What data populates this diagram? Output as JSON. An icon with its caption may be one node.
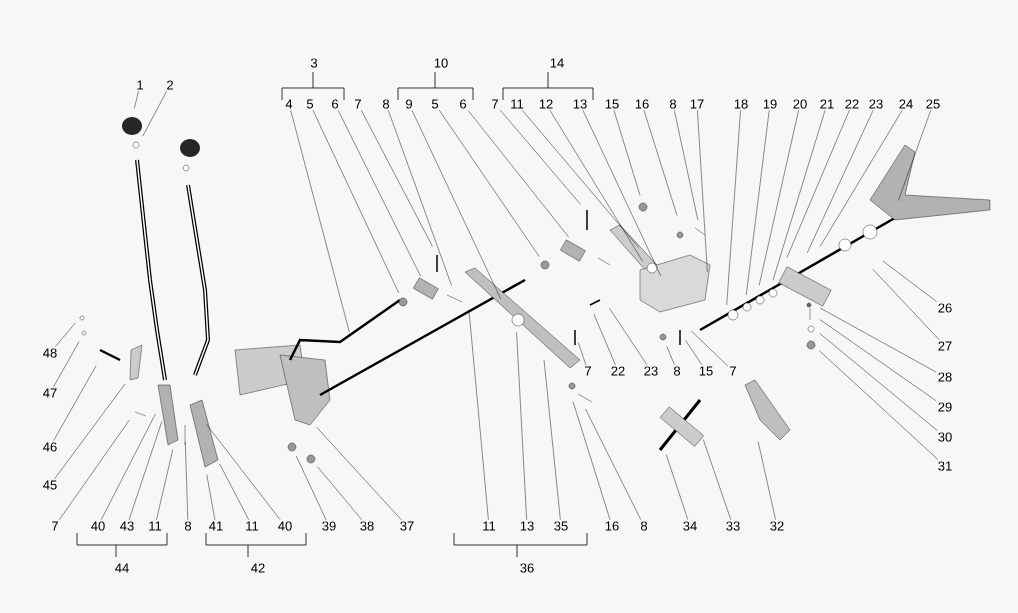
{
  "diagram": {
    "nodes": [
      {
        "text": [
          "1"
        ]
      },
      {
        "text": [
          "2"
        ]
      },
      {
        "text": [
          "4"
        ]
      },
      {
        "text": [
          "5"
        ]
      },
      {
        "text": [
          "6"
        ]
      },
      {
        "text": [
          "7"
        ]
      },
      {
        "text": [
          "8"
        ]
      },
      {
        "text": [
          "9"
        ]
      },
      {
        "text": [
          "5"
        ]
      },
      {
        "text": [
          "6"
        ]
      },
      {
        "text": [
          "7"
        ]
      },
      {
        "text": [
          "11"
        ]
      },
      {
        "text": [
          "12"
        ]
      },
      {
        "text": [
          "13"
        ]
      },
      {
        "text": [
          "15"
        ]
      },
      {
        "text": [
          "16"
        ]
      },
      {
        "text": [
          "8"
        ]
      },
      {
        "text": [
          "17"
        ]
      },
      {
        "text": [
          "18"
        ]
      },
      {
        "text": [
          "19"
        ]
      },
      {
        "text": [
          "20"
        ]
      },
      {
        "text": [
          "21"
        ]
      },
      {
        "text": [
          "22"
        ]
      },
      {
        "text": [
          "23"
        ]
      },
      {
        "text": [
          "24"
        ]
      },
      {
        "text": [
          "25"
        ]
      },
      {
        "text": [
          "26"
        ]
      },
      {
        "text": [
          "27"
        ]
      },
      {
        "text": [
          "28"
        ]
      },
      {
        "text": [
          "29"
        ]
      },
      {
        "text": [
          "30"
        ]
      },
      {
        "text": [
          "31"
        ]
      },
      {
        "text": [
          "7"
        ]
      },
      {
        "text": [
          "22"
        ]
      },
      {
        "text": [
          "23"
        ]
      },
      {
        "text": [
          "8"
        ]
      },
      {
        "text": [
          "15"
        ]
      },
      {
        "text": [
          "7"
        ]
      },
      {
        "text": [
          "48"
        ]
      },
      {
        "text": [
          "47"
        ]
      },
      {
        "text": [
          "46"
        ]
      },
      {
        "text": [
          "45"
        ]
      },
      {
        "text": [
          "7"
        ]
      },
      {
        "text": [
          "40"
        ]
      },
      {
        "text": [
          "43"
        ]
      },
      {
        "text": [
          "11"
        ]
      },
      {
        "text": [
          "8"
        ]
      },
      {
        "text": [
          "41"
        ]
      },
      {
        "text": [
          "11"
        ]
      },
      {
        "text": [
          "40"
        ]
      },
      {
        "text": [
          "39"
        ]
      },
      {
        "text": [
          "38"
        ]
      },
      {
        "text": [
          "37"
        ]
      },
      {
        "text": [
          "11"
        ]
      },
      {
        "text": [
          "13"
        ]
      },
      {
        "text": [
          "35"
        ]
      },
      {
        "text": [
          "16"
        ]
      },
      {
        "text": [
          "8"
        ]
      },
      {
        "text": [
          "34"
        ]
      },
      {
        "text": [
          "33"
        ]
      },
      {
        "text": [
          "32"
        ]
      }
    ],
    "edges": [
      {
        "from": 0,
        "to": null,
        "arrow": "none"
      },
      {
        "from": 1,
        "to": null,
        "arrow": "none"
      },
      {
        "from": 2,
        "to": null,
        "arrow": "none"
      },
      {
        "from": 3,
        "to": null,
        "arrow": "none"
      },
      {
        "from": 4,
        "to": null,
        "arrow": "none"
      },
      {
        "from": 5,
        "to": null,
        "arrow": "none"
      },
      {
        "from": 6,
        "to": null,
        "arrow": "none"
      },
      {
        "from": 7,
        "to": null,
        "arrow": "none"
      },
      {
        "from": 8,
        "to": null,
        "arrow": "none"
      },
      {
        "from": 9,
        "to": null,
        "arrow": "none"
      },
      {
        "from": 10,
        "to": null,
        "arrow": "none"
      },
      {
        "from": 11,
        "to": null,
        "arrow": "none"
      },
      {
        "from": 12,
        "to": null,
        "arrow": "none"
      },
      {
        "from": 13,
        "to": null,
        "arrow": "none"
      },
      {
        "from": 14,
        "to": null,
        "arrow": "none"
      },
      {
        "from": 15,
        "to": null,
        "arrow": "none"
      },
      {
        "from": 16,
        "to": null,
        "arrow": "none"
      },
      {
        "from": 17,
        "to": null,
        "arrow": "none"
      },
      {
        "from": 18,
        "to": null,
        "arrow": "none"
      },
      {
        "from": 19,
        "to": null,
        "arrow": "none"
      },
      {
        "from": 20,
        "to": null,
        "arrow": "none"
      },
      {
        "from": 21,
        "to": null,
        "arrow": "none"
      },
      {
        "from": 22,
        "to": null,
        "arrow": "none"
      },
      {
        "from": 23,
        "to": null,
        "arrow": "none"
      },
      {
        "from": 24,
        "to": null,
        "arrow": "none"
      },
      {
        "from": 25,
        "to": null,
        "arrow": "none"
      },
      {
        "from": 26,
        "to": null,
        "arrow": "none"
      },
      {
        "from": 27,
        "to": null,
        "arrow": "none"
      },
      {
        "from": 28,
        "to": null,
        "arrow": "none"
      },
      {
        "from": 29,
        "to": null,
        "arrow": "none"
      },
      {
        "from": 30,
        "to": null,
        "arrow": "none"
      },
      {
        "from": 31,
        "to": null,
        "arrow": "none"
      },
      {
        "from": 32,
        "to": null,
        "arrow": "none"
      },
      {
        "from": 33,
        "to": null,
        "arrow": "none"
      },
      {
        "from": 34,
        "to": null,
        "arrow": "none"
      },
      {
        "from": 35,
        "to": null,
        "arrow": "none"
      },
      {
        "from": 36,
        "to": null,
        "arrow": "none"
      },
      {
        "from": 37,
        "to": null,
        "arrow": "none"
      },
      {
        "from": 38,
        "to": null,
        "arrow": "none"
      },
      {
        "from": 39,
        "to": null,
        "arrow": "none"
      },
      {
        "from": 40,
        "to": null,
        "arrow": "none"
      },
      {
        "from": 41,
        "to": null,
        "arrow": "none"
      },
      {
        "from": 42,
        "to": null,
        "arrow": "none"
      },
      {
        "from": 43,
        "to": null,
        "arrow": "none"
      },
      {
        "from": 44,
        "to": null,
        "arrow": "none"
      },
      {
        "from": 45,
        "to": null,
        "arrow": "none"
      },
      {
        "from": 46,
        "to": null,
        "arrow": "none"
      },
      {
        "from": 47,
        "to": null,
        "arrow": "none"
      },
      {
        "from": 48,
        "to": null,
        "arrow": "none"
      },
      {
        "from": 49,
        "to": null,
        "arrow": "none"
      },
      {
        "from": 50,
        "to": null,
        "arrow": "none"
      },
      {
        "from": 51,
        "to": null,
        "arrow": "none"
      },
      {
        "from": 52,
        "to": null,
        "arrow": "none"
      },
      {
        "from": 53,
        "to": null,
        "arrow": "none"
      },
      {
        "from": 54,
        "to": null,
        "arrow": "none"
      },
      {
        "from": 55,
        "to": null,
        "arrow": "none"
      },
      {
        "from": 56,
        "to": null,
        "arrow": "none"
      },
      {
        "from": 57,
        "to": null,
        "arrow": "none"
      },
      {
        "from": 58,
        "to": null,
        "arrow": "none"
      },
      {
        "from": 59,
        "to": null,
        "arrow": "none"
      },
      {
        "from": 60,
        "to": null,
        "arrow": "none"
      }
    ],
    "labels": [
      "3",
      "10",
      "14",
      "44",
      "42",
      "36"
    ]
  }
}
